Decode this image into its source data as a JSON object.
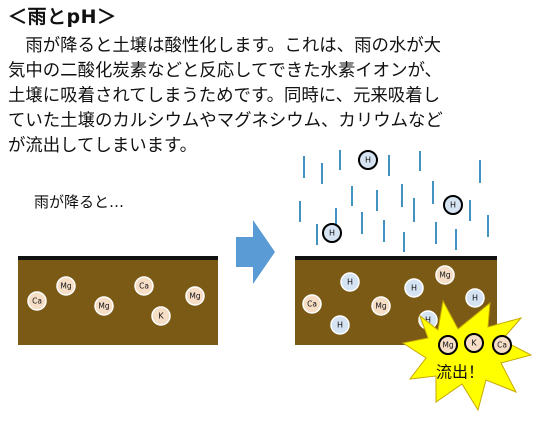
{
  "title": "＜雨とpH＞",
  "paragraph_lines": [
    "　雨が降ると土壌は酸性化します。これは、雨の水が大",
    "気中の二酸化炭素などと反応してできた水素イオンが、",
    "土壌に吸着されてしまうためです。同時に、元来吸着し",
    "ていた土壌のカルシウムやマグネシウム、カリウムなど",
    "が流出してしまいます。"
  ],
  "caption": "雨が降ると…",
  "before_ions": [
    "Ca",
    "Mg",
    "Mg",
    "Ca",
    "K",
    "Mg"
  ],
  "after_soil_ions": [
    "Ca",
    "H",
    "Mg",
    "H",
    "H",
    "Mg",
    "H",
    "H"
  ],
  "rain_ions": [
    "H",
    "H",
    "H"
  ],
  "leached_ions": [
    "Mg",
    "K",
    "Ca"
  ],
  "burst_label": "流出！",
  "colors": {
    "soil": "#7a5a14",
    "rain": "#2e86b8",
    "arrow": "#5b9bd5",
    "burst": "#ffff00",
    "ca_mg_k_ion": "#f5ddc6",
    "h_ion": "#d6e3f2"
  }
}
